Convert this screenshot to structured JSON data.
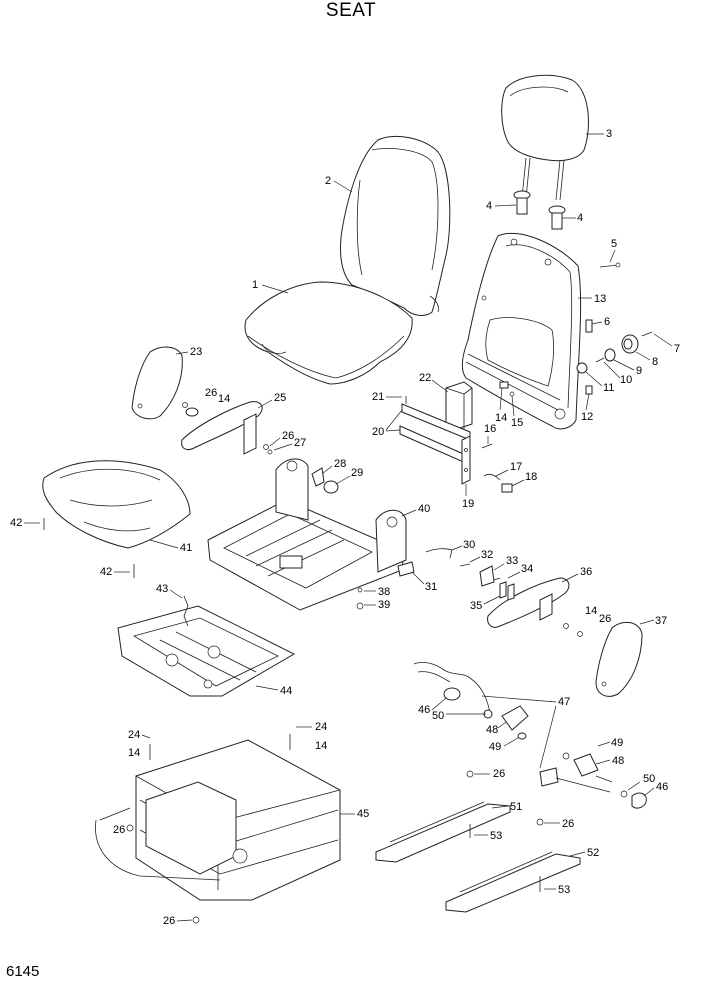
{
  "title": "SEAT",
  "page_code": "6145",
  "callouts": {
    "c1": "1",
    "c2": "2",
    "c3": "3",
    "c4a": "4",
    "c4b": "4",
    "c5": "5",
    "c6": "6",
    "c7": "7",
    "c8": "8",
    "c9": "9",
    "c10": "10",
    "c11": "11",
    "c12": "12",
    "c13": "13",
    "c14a": "14",
    "c14b": "14",
    "c14c": "14",
    "c14d": "14",
    "c14e": "14",
    "c15": "15",
    "c16": "16",
    "c17": "17",
    "c18": "18",
    "c19": "19",
    "c20": "20",
    "c21": "21",
    "c22": "22",
    "c23": "23",
    "c24a": "24",
    "c24b": "24",
    "c25": "25",
    "c26a": "26",
    "c26b": "26",
    "c26c": "26",
    "c26d": "26",
    "c26e": "26",
    "c26f": "26",
    "c26g": "26",
    "c27": "27",
    "c28": "28",
    "c29": "29",
    "c30": "30",
    "c31": "31",
    "c32": "32",
    "c33": "33",
    "c34": "34",
    "c35": "35",
    "c36": "36",
    "c37": "37",
    "c38": "38",
    "c39": "39",
    "c40": "40",
    "c41": "41",
    "c42a": "42",
    "c42b": "42",
    "c43": "43",
    "c44": "44",
    "c45": "45",
    "c46a": "46",
    "c46b": "46",
    "c47": "47",
    "c48a": "48",
    "c48b": "48",
    "c49a": "49",
    "c49b": "49",
    "c50a": "50",
    "c50b": "50",
    "c51": "51",
    "c52": "52",
    "c53a": "53",
    "c53b": "53"
  }
}
